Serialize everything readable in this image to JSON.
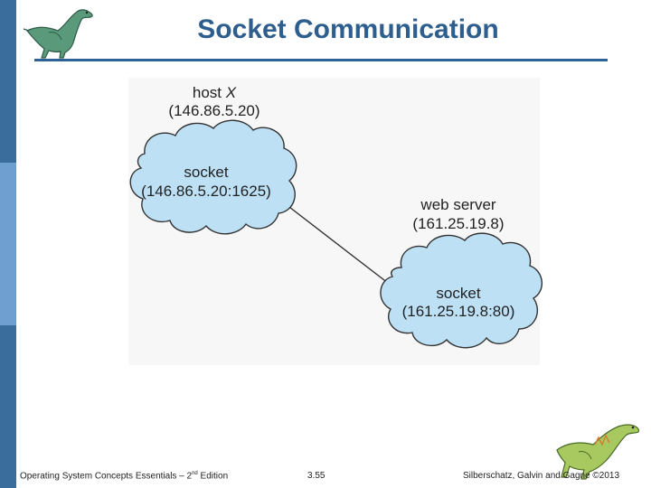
{
  "slide": {
    "title": "Socket Communication"
  },
  "diagram": {
    "host": {
      "label": "host ",
      "name": "X",
      "ip": "(146.86.5.20)",
      "socket_label": "socket",
      "socket_addr": "(146.86.5.20:1625)"
    },
    "server": {
      "label": "web server",
      "ip": "(161.25.19.8)",
      "socket_label": "socket",
      "socket_addr": "(161.25.19.8:80)"
    }
  },
  "colors": {
    "cloud_fill": "#bde0f5",
    "accent": "#2e5e8e"
  },
  "footer": {
    "left_prefix": "Operating System Concepts Essentials – 2",
    "left_sup": "nd",
    "left_suffix": " Edition",
    "page": "3.55",
    "right": "Silberschatz, Galvin and Gagne ©2013"
  }
}
